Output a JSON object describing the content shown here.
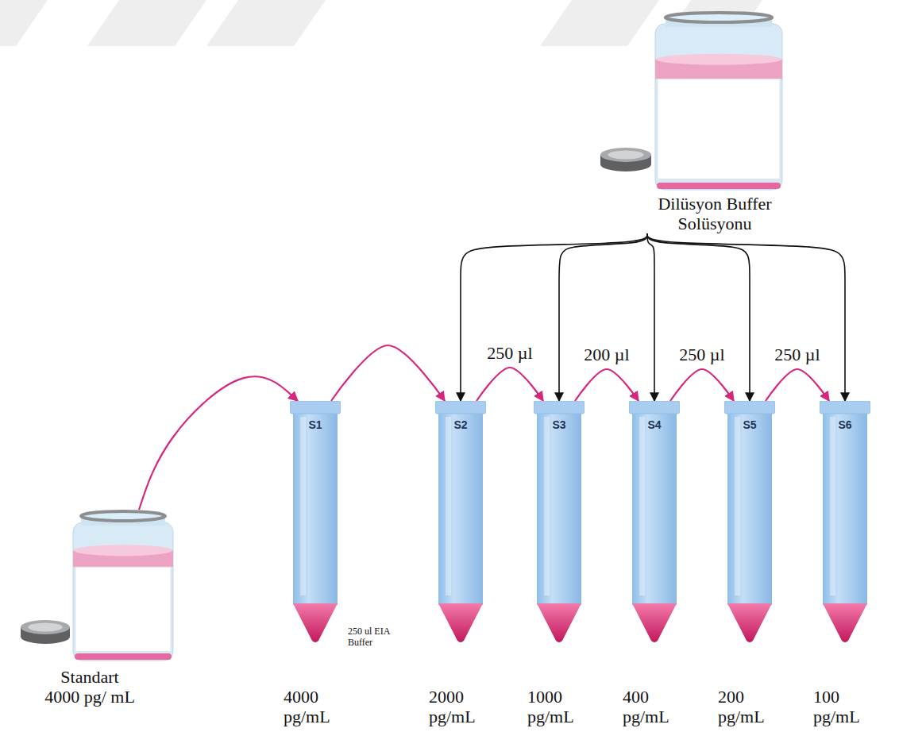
{
  "diagram": {
    "nodes": [
      {
        "text": [
          "Standart 4000 pg/ mL"
        ]
      },
      {
        "text": [
          "Dilüsyon Buffer Solüsyonu"
        ]
      },
      {
        "text": [
          "S1",
          "4000 pg/mL"
        ]
      },
      {
        "text": [
          "S2",
          "2000 pg/mL"
        ]
      },
      {
        "text": [
          "S3",
          "1000 pg/mL"
        ]
      },
      {
        "text": [
          "S4",
          "400 pg/mL"
        ]
      },
      {
        "text": [
          "S5",
          "200 pg/mL"
        ]
      },
      {
        "text": [
          "S6",
          "100 pg/mL"
        ]
      }
    ],
    "edges": [
      {
        "from": 0,
        "to": 2,
        "arrow": "to"
      },
      {
        "from": 2,
        "to": 3,
        "arrow": "to"
      },
      {
        "from": 3,
        "to": 4,
        "arrow": "to",
        "label": "250 µl"
      },
      {
        "from": 4,
        "to": 5,
        "arrow": "to",
        "label": "200 µl"
      },
      {
        "from": 5,
        "to": 6,
        "arrow": "to",
        "label": "250 µl"
      },
      {
        "from": 6,
        "to": 7,
        "arrow": "to",
        "label": "250 µl"
      },
      {
        "from": 1,
        "to": 3,
        "arrow": "to"
      },
      {
        "from": 1,
        "to": 4,
        "arrow": "to"
      },
      {
        "from": 1,
        "to": 5,
        "arrow": "to"
      },
      {
        "from": 1,
        "to": 6,
        "arrow": "to"
      },
      {
        "from": 1,
        "to": 7,
        "arrow": "to"
      }
    ],
    "labels": [
      "250 ul EIA Buffer"
    ]
  }
}
